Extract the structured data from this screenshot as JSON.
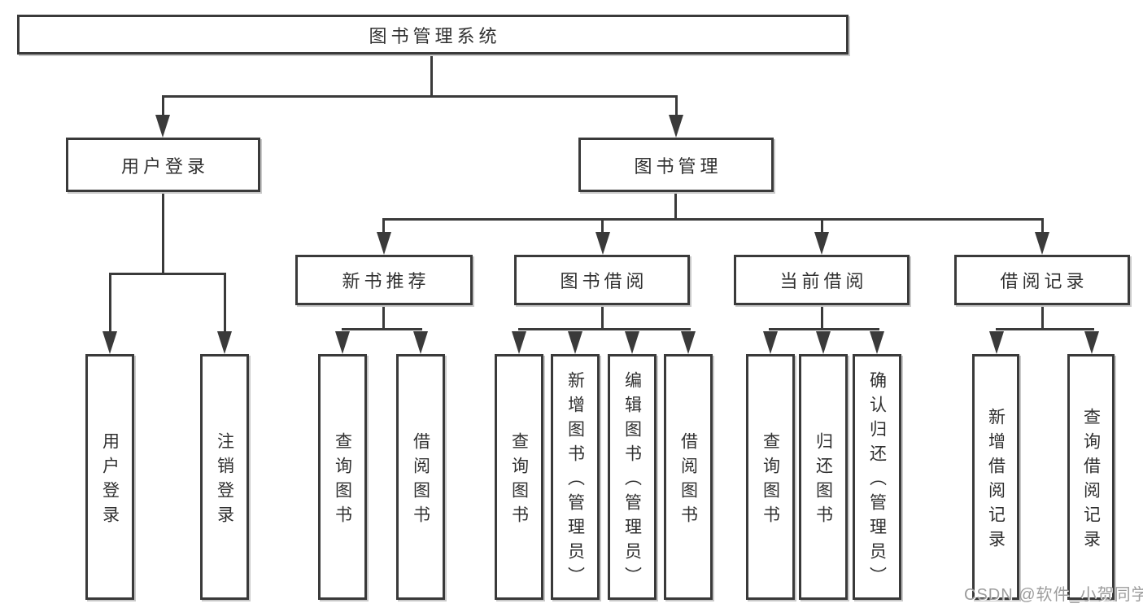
{
  "diagram": {
    "root": {
      "label": "图书管理系统"
    },
    "level2": [
      {
        "label": "用户登录"
      },
      {
        "label": "图书管理"
      }
    ],
    "level3": [
      {
        "label": "新书推荐"
      },
      {
        "label": "图书借阅"
      },
      {
        "label": "当前借阅"
      },
      {
        "label": "借阅记录"
      }
    ],
    "leaves": [
      {
        "label": "用户登录"
      },
      {
        "label": "注销登录"
      },
      {
        "label": "查询图书"
      },
      {
        "label": "借阅图书"
      },
      {
        "label": "查询图书"
      },
      {
        "label": "新增图书（管理员）"
      },
      {
        "label": "编辑图书（管理员）"
      },
      {
        "label": "借阅图书"
      },
      {
        "label": "查询图书"
      },
      {
        "label": "归还图书"
      },
      {
        "label": "确认归还（管理员）"
      },
      {
        "label": "新增借阅记录"
      },
      {
        "label": "查询借阅记录"
      }
    ]
  },
  "watermark": {
    "text": "CSDN @软件_小贺同学"
  },
  "colors": {
    "line": "#3a3a3a",
    "box_border": "#3a3a3a",
    "box_bg": "#ffffff",
    "text": "#303030",
    "shadow": "#c9c9c9",
    "background": "#ffffff",
    "wm": "#9c9c9c"
  }
}
